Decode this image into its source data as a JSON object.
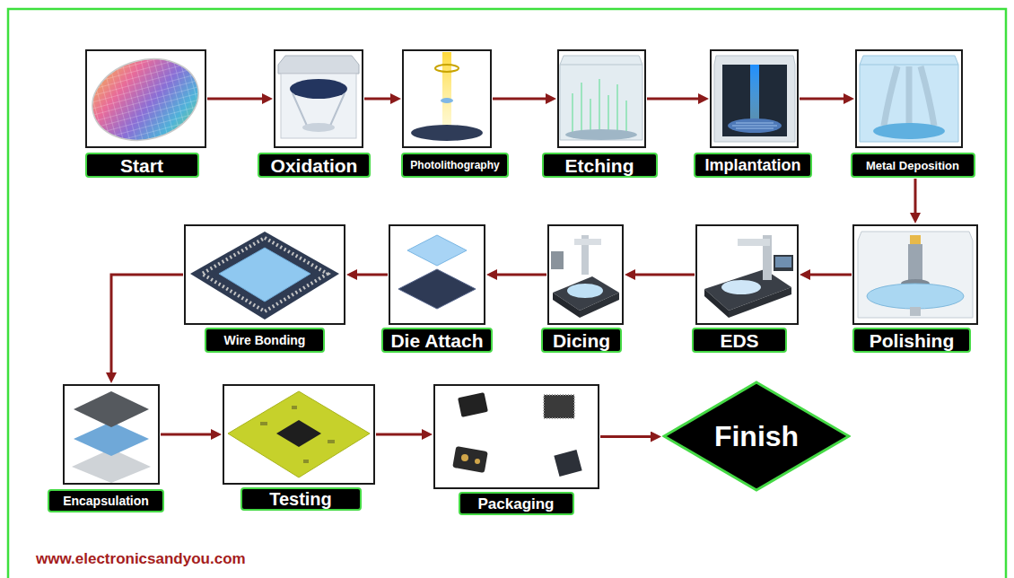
{
  "diagram": {
    "nodes": [
      {
        "text": [
          "Start"
        ]
      },
      {
        "text": [
          "Oxidation"
        ]
      },
      {
        "text": [
          "Photolithography"
        ]
      },
      {
        "text": [
          "Etching"
        ]
      },
      {
        "text": [
          "Implantation"
        ]
      },
      {
        "text": [
          "Metal Deposition"
        ]
      },
      {
        "text": [
          "Polishing"
        ]
      },
      {
        "text": [
          "EDS"
        ]
      },
      {
        "text": [
          "Dicing"
        ]
      },
      {
        "text": [
          "Die Attach"
        ]
      },
      {
        "text": [
          "Wire Bonding"
        ]
      },
      {
        "text": [
          "Encapsulation"
        ]
      },
      {
        "text": [
          "Testing"
        ]
      },
      {
        "text": [
          "Packaging"
        ]
      },
      {
        "text": [
          "Finish"
        ]
      }
    ],
    "edges": [
      {
        "from": 0,
        "to": 1,
        "arrow": "to"
      },
      {
        "from": 1,
        "to": 2,
        "arrow": "to"
      },
      {
        "from": 2,
        "to": 3,
        "arrow": "to"
      },
      {
        "from": 3,
        "to": 4,
        "arrow": "to"
      },
      {
        "from": 4,
        "to": 5,
        "arrow": "to"
      },
      {
        "from": 5,
        "to": 6,
        "arrow": "to"
      },
      {
        "from": 6,
        "to": 7,
        "arrow": "to"
      },
      {
        "from": 7,
        "to": 8,
        "arrow": "to"
      },
      {
        "from": 8,
        "to": 9,
        "arrow": "to"
      },
      {
        "from": 9,
        "to": 10,
        "arrow": "to"
      },
      {
        "from": 10,
        "to": 11,
        "arrow": "to"
      },
      {
        "from": 11,
        "to": 12,
        "arrow": "to"
      },
      {
        "from": 12,
        "to": 13,
        "arrow": "to"
      },
      {
        "from": 13,
        "to": 14,
        "arrow": "to"
      }
    ],
    "labels": [
      "www.electronicsandyou.com"
    ]
  }
}
